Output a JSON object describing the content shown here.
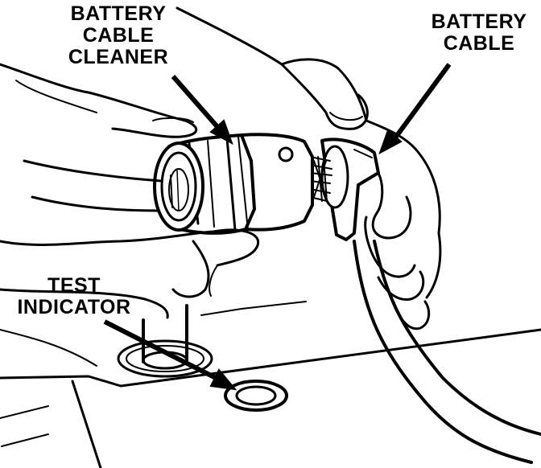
{
  "labels": {
    "cleaner": {
      "line1": "BATTERY",
      "line2": "CABLE",
      "line3": "CLEANER"
    },
    "cable": {
      "line1": "BATTERY",
      "line2": "CABLE"
    },
    "test": {
      "line1": "TEST",
      "line2": "INDICATOR"
    }
  },
  "colors": {
    "ink": "#000000",
    "paper": "#ffffff"
  }
}
